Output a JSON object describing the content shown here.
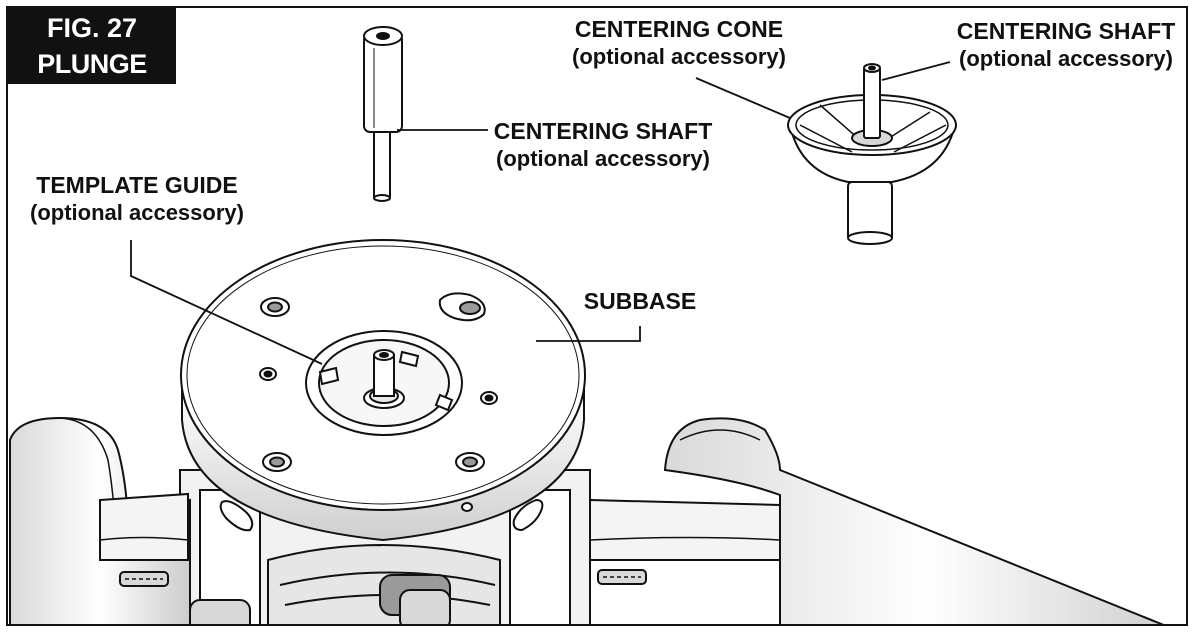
{
  "figure": {
    "number_label": "FIG. 27",
    "title": "PLUNGE BASE"
  },
  "labels": {
    "centering_shaft_center": {
      "name": "CENTERING SHAFT",
      "note": "(optional accessory)"
    },
    "centering_cone": {
      "name": "CENTERING CONE",
      "note": "(optional accessory)"
    },
    "centering_shaft_right": {
      "name": "CENTERING SHAFT",
      "note": "(optional accessory)"
    },
    "template_guide": {
      "name": "TEMPLATE GUIDE",
      "note": "(optional accessory)"
    },
    "subbase": {
      "name": "SUBBASE"
    }
  },
  "colors": {
    "line": "#111111",
    "background": "#ffffff",
    "shade": "#d8d8d8",
    "dark_shade": "#9a9a9a"
  }
}
